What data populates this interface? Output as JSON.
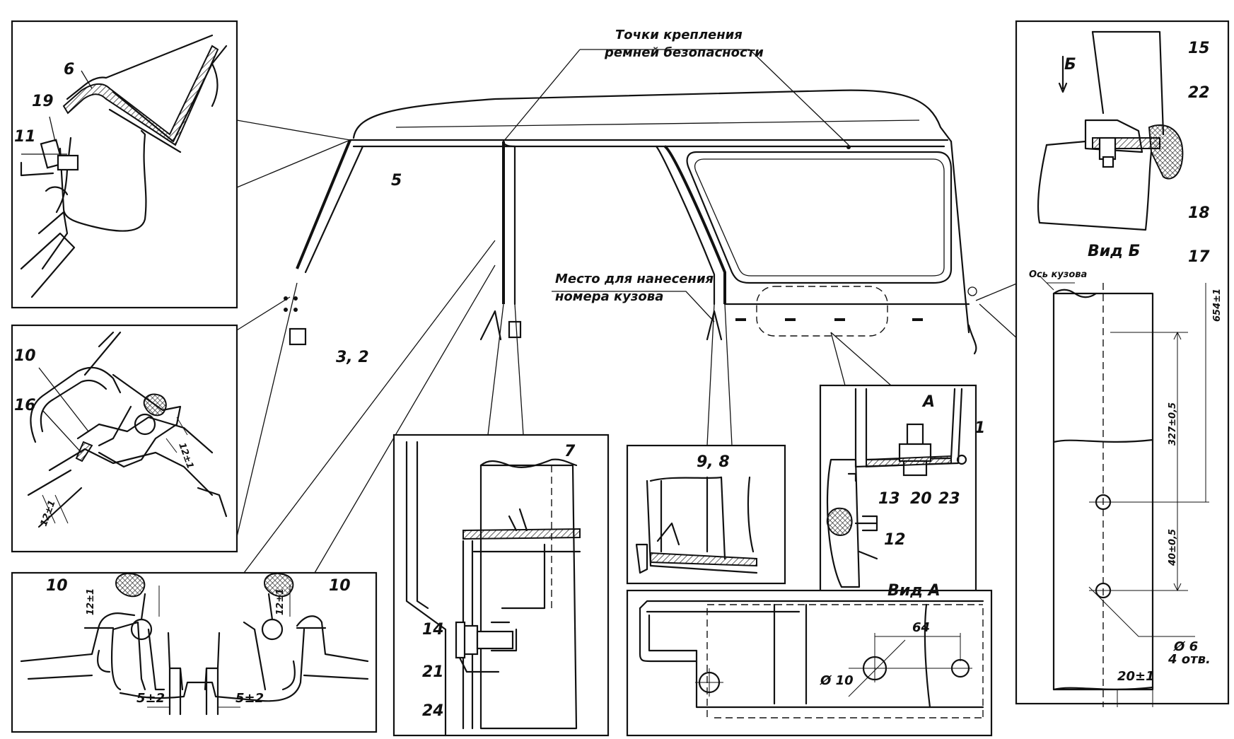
{
  "callouts": {
    "belt_points_line1": "Точки крепления",
    "belt_points_line2": "ремней безопасности",
    "body_number_line1": "Место для нанесения",
    "body_number_line2": "номера кузова",
    "body_axis": "Ось кузова"
  },
  "views": {
    "view_b_title": "Вид Б",
    "view_a_title": "Вид А",
    "arrow_b": "Б",
    "arrow_a": "А"
  },
  "parts": {
    "p1": "1",
    "p2_3": "3, 2",
    "p5": "5",
    "p6": "6",
    "p7": "7",
    "p9_8": "9, 8",
    "p10": "10",
    "p11": "11",
    "p12": "12",
    "p13": "13",
    "p14": "14",
    "p15": "15",
    "p16": "16",
    "p17": "17",
    "p18": "18",
    "p19": "19",
    "p20": "20",
    "p21": "21",
    "p22": "22",
    "p23": "23",
    "p24": "24"
  },
  "dimensions": {
    "d654": "654±1",
    "d327": "327±0,5",
    "d40": "40±0,5",
    "d20": "20±1",
    "d6": "Ø 6",
    "holes": "4 отв.",
    "d64": "64",
    "d10": "Ø 10",
    "d12a": "12±1",
    "d12b": "12±1",
    "d12c": "12±1",
    "d12d": "12±1",
    "d5a": "5±2",
    "d5b": "5±2"
  }
}
